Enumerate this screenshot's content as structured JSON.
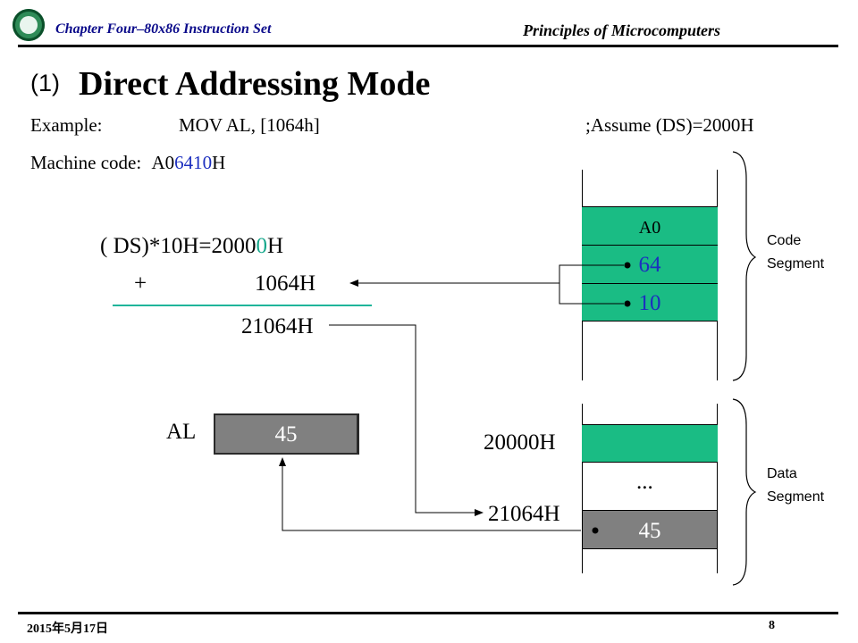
{
  "header": {
    "chapter": "Chapter Four–80x86 Instruction Set",
    "course": "Principles of Microcomputers",
    "logo_icon": "university-seal-icon"
  },
  "slide": {
    "title_number": "(1)",
    "title": "Direct Addressing Mode",
    "example_label": "Example:",
    "example_instruction": "MOV  AL,  [1064h]",
    "assumption": ";Assume (DS)=2000H",
    "machine_code_label": "Machine code:",
    "machine_code_prefix": "A0",
    "machine_code_highlight": "6410",
    "machine_code_suffix": "H"
  },
  "calculation": {
    "open_paren": "(",
    "ds_expr_a": " DS)*10H=2000",
    "ds_expr_highlight": "0",
    "ds_expr_b": "H",
    "plus": "+",
    "offset": "1064H",
    "result": "21064H"
  },
  "register": {
    "label": "AL",
    "value": "45"
  },
  "code_segment": {
    "cells": [
      "A0",
      "64",
      "10"
    ],
    "label_line1": "Code",
    "label_line2": "Segment"
  },
  "data_segment": {
    "start_address": "20000H",
    "ellipsis": "...",
    "target_address": "21064H",
    "target_value": "45",
    "label_line1": "Data",
    "label_line2": "Segment"
  },
  "footer": {
    "date": "2015年5月17日",
    "page": "8"
  },
  "colors": {
    "cell_green": "#1abc84",
    "cell_gray": "#808080",
    "blue_text": "#1c2fbf",
    "teal_text": "#16a78b",
    "underline": "#1fb59a"
  }
}
